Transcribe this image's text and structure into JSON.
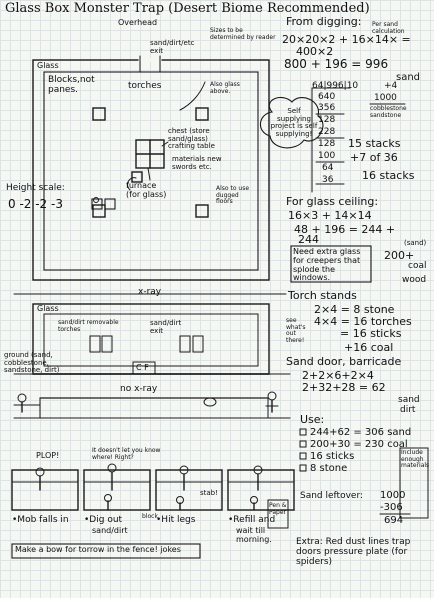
{
  "title": "Glass Box Monster Trap (Desert Biome Recommended)",
  "overhead": {
    "label": "Overhead",
    "glass": "Glass",
    "blocks_not_panes": "Blocks,not panes.",
    "torches": "torches",
    "sand_dirt_exit_top": "sand/dirt/etc exit",
    "sizes_note": "Sizes to be determined by reader",
    "chest_note": "chest (store sand/glass) crafting table",
    "materials": "materials new swords etc.",
    "furnace": "furnace (for glass)",
    "also_glass_above": "Also glass above.",
    "also_dug_floor": "Also to use dugged floors",
    "height_scale": "Height scale:",
    "height_values": "0 -2 -2 -3"
  },
  "calc1": {
    "heading": "From digging:",
    "per_sand": "Per sand calculation",
    "line1": "20×20×2 + 16×14× =",
    "line2": "400×2",
    "line3": "800 + 196 = 996",
    "sand": "sand",
    "plus4": "+4",
    "total": "1000",
    "cobble": "cobblestone sandstone",
    "div_rows": [
      "64|996|10",
      "640",
      "356",
      "128",
      "228",
      "128",
      "100",
      "64",
      "36"
    ],
    "bubble": "Self supplying project is self supplying!",
    "stacks15": "15 stacks",
    "plus7": "+7 of 36",
    "stacks16": "16 stacks"
  },
  "ceiling": {
    "heading": "For glass ceiling:",
    "line1": "16×3 + 14×14",
    "line2": "48 + 196 = 244 +",
    "line3": "244",
    "sand": "(sand)",
    "coal200": "200+",
    "coal": "coal",
    "wood": "wood",
    "need_extra": "Need extra glass for creepers that splode the windows."
  },
  "torch": {
    "heading": "Torch stands",
    "line1": "2×4 = 8 stone",
    "see": "see what's out there!",
    "line2": "4×4 = 16 torches",
    "line3": "= 16 sticks",
    "line4": "+16 coal"
  },
  "door": {
    "heading": "Sand door, barricade",
    "line1": "2+2×6+2×4",
    "line2": "2+32+28 = 62",
    "sand": "sand",
    "dirt": "dirt"
  },
  "xray": {
    "label": "x-ray",
    "glass": "Glass",
    "sand_dirt_removable": "sand/dirt removable torches",
    "sand_dirt_exit": "sand/dirt exit",
    "ground": "ground (sand, cobblestone, sandstone, dirt)",
    "no_xray": "no x-ray",
    "cf": "C F"
  },
  "comic": {
    "plop": "PLOP!",
    "lure": "It doesn't let you know where! Right?",
    "stab": "stab!",
    "block": "block",
    "uses": [
      {
        "bullet": "•Mob falls in",
        "sub": ""
      },
      {
        "bullet": "•Dig out",
        "sub": "sand/dirt"
      },
      {
        "bullet": "•Hit legs",
        "sub": ""
      },
      {
        "bullet": "•Refill and",
        "sub": "wait till morning."
      }
    ],
    "footer": "Make a bow for torrow in the fence! jokes"
  },
  "use": {
    "heading": "Use:",
    "items": [
      "244+62 = 306 sand",
      "200+30 = 230 coal",
      "16 sticks",
      "8 stone"
    ],
    "leftover_label": "Sand leftover:",
    "leftover_rows": [
      "1000",
      "-306",
      "694"
    ],
    "side_note": "Include enough materials",
    "page_label": "Pen & Paper",
    "extra": "Extra: Red dust lines trap doors pressure plate (for spiders)"
  }
}
